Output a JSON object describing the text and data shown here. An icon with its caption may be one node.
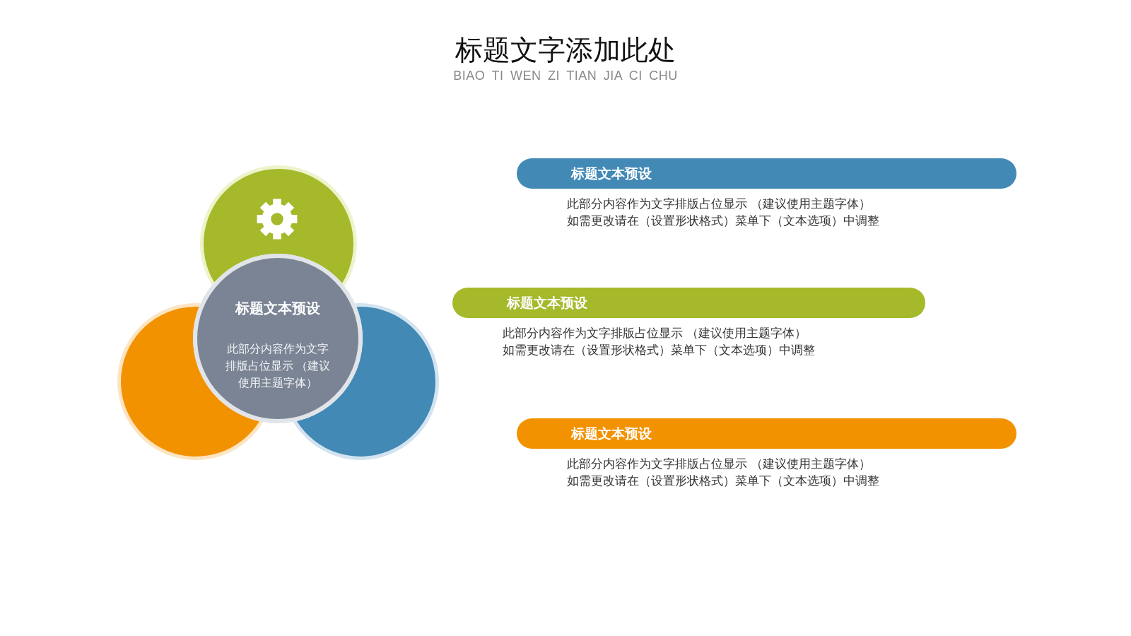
{
  "diagram": {
    "title": "标题文字添加此处",
    "nodes": [
      {
        "text": [],
        "shape": "circle"
      },
      {
        "text": [
          "标题文本预设",
          "此部分内容作为文字排版占位显示 （建议使用主题字体）"
        ]
      },
      {
        "text": [],
        "shape": "circle"
      },
      {
        "text": [],
        "shape": "circle"
      },
      {
        "text": [
          "标题文本预设"
        ],
        "beside": [
          "此部分内容作为文字排版占位显示 （建议使用主题字体）",
          "如需更改请在（设置形状格式）菜单下（文本选项）中调整"
        ]
      },
      {
        "text": [
          "标题文本预设"
        ],
        "beside": [
          "此部分内容作为文字排版占位显示 （建议使用主题字体）",
          "如需更改请在（设置形状格式）菜单下（文本选项）中调整"
        ]
      },
      {
        "text": [
          "标题文本预设"
        ],
        "beside": [
          "此部分内容作为文字排版占位显示 （建议使用主题字体）",
          "如需更改请在（设置形状格式）菜单下（文本选项）中调整"
        ]
      }
    ],
    "labels": [
      "BIAO TI WEN ZI TIAN JIA CI CHU"
    ]
  }
}
